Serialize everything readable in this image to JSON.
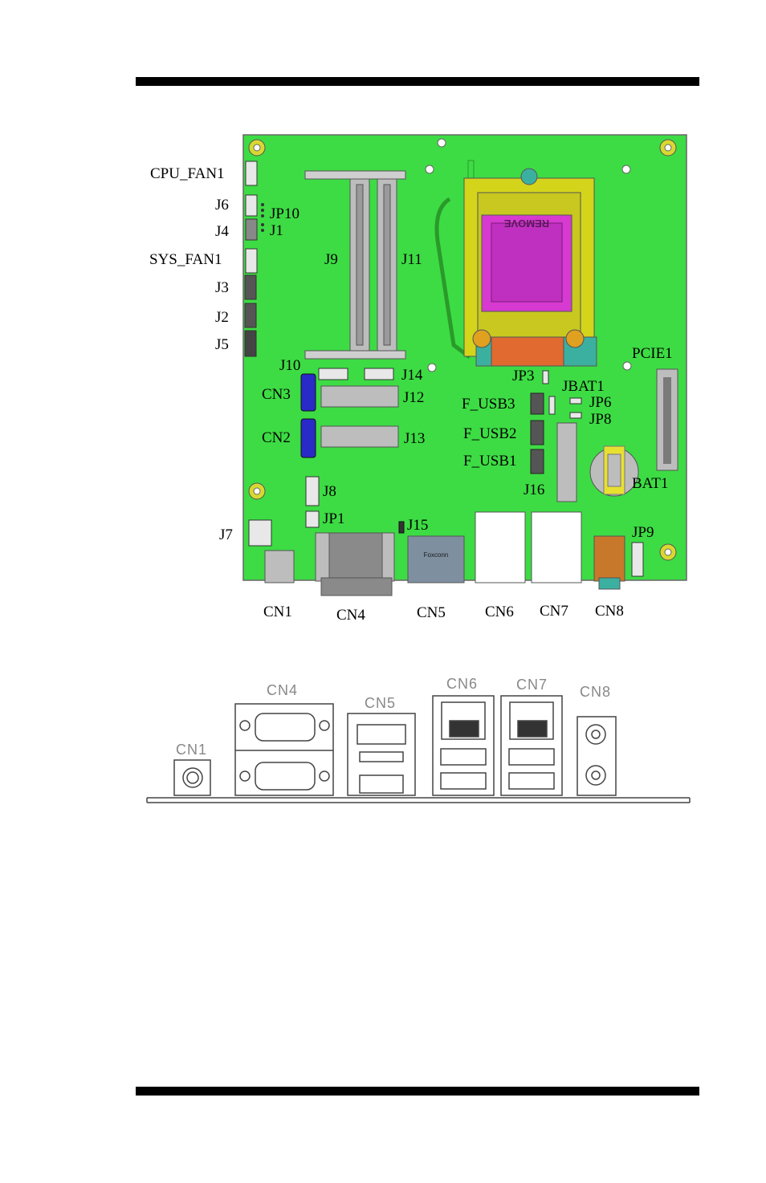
{
  "labels": {
    "cpu_fan1": "CPU_FAN1",
    "j6": "J6",
    "jp10": "JP10",
    "j4": "J4",
    "j1": "J1",
    "sys_fan1": "SYS_FAN1",
    "j9": "J9",
    "j11": "J11",
    "j3": "J3",
    "j2": "J2",
    "j5": "J5",
    "j10": "J10",
    "j14": "J14",
    "cn3": "CN3",
    "j12": "J12",
    "cn2": "CN2",
    "j13": "J13",
    "jp3": "JP3",
    "jbat1": "JBAT1",
    "pcie1": "PCIE1",
    "f_usb3": "F_USB3",
    "jp6": "JP6",
    "jp8": "JP8",
    "f_usb2": "F_USB2",
    "f_usb1": "F_USB1",
    "j16": "J16",
    "bat1": "BAT1",
    "j8": "J8",
    "jp1": "JP1",
    "j15": "J15",
    "j7": "J7",
    "jp9": "JP9",
    "cn1": "CN1",
    "cn4": "CN4",
    "cn5": "CN5",
    "cn6": "CN6",
    "cn7": "CN7",
    "cn8": "CN8",
    "remove": "REMOVE",
    "foxconn": "Foxconn"
  },
  "io_labels": {
    "cn1": "CN1",
    "cn4": "CN4",
    "cn5": "CN5",
    "cn6": "CN6",
    "cn7": "CN7",
    "cn8": "CN8"
  },
  "colors": {
    "pcb": "#3ddc44",
    "cpu_socket": "#d4d41a",
    "cpu_die": "#d63ad0",
    "sata": "#2a2ac8",
    "grey_connector": "#b4b4b4",
    "audio": "#c8782a"
  }
}
